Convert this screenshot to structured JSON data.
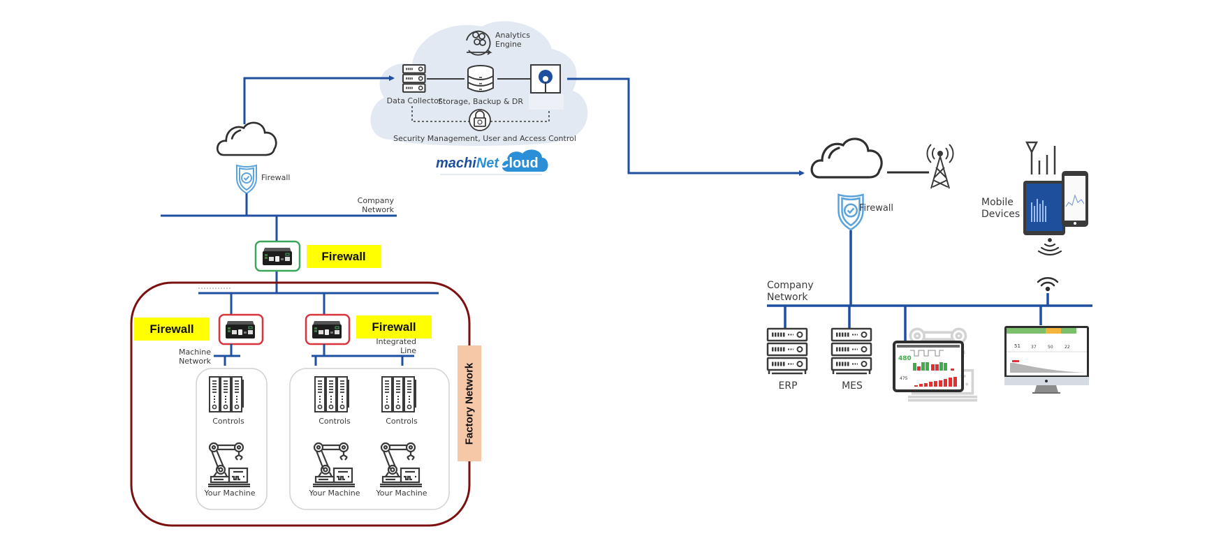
{
  "colors": {
    "network_line": "#1f4fa0",
    "cloud_fill": "#e3e9f3",
    "icon_stroke": "#3a3a3a",
    "shield": "#5ba3dc",
    "highlight": "#ffff00",
    "factory_border": "#7a1010",
    "factory_label_bg": "#f7c8a8",
    "gateway_green": "#3aa65a",
    "gateway_red": "#d9343c"
  },
  "cloud_platform": {
    "analytics_engine": "Analytics\nEngine",
    "analytics_line1": "Analytics",
    "analytics_line2": "Engine",
    "data_collector": "Data Collector",
    "storage": "Storage, Backup & DR",
    "security": "Security Management, User and Access Control",
    "brand_part1": "machi",
    "brand_part2": "Net",
    "brand_part3": "Cloud"
  },
  "left_site": {
    "internet_firewall_label": "Firewall",
    "company_network_line1": "Company",
    "company_network_line2": "Network",
    "main_firewall_label": "Firewall",
    "factory_network_label": "Factory Network",
    "machine_firewall_label": "Firewall",
    "line_firewall_label": "Firewall",
    "machine_network_line1": "Machine",
    "machine_network_line2": "Network",
    "integrated_line_line1": "Integrated",
    "integrated_line_line2": "Line",
    "cells": [
      {
        "controls": "Controls",
        "machine": "Your Machine"
      },
      {
        "controls": "Controls",
        "machine": "Your Machine"
      },
      {
        "controls": "Controls",
        "machine": "Your Machine"
      }
    ]
  },
  "right_site": {
    "firewall_label": "Firewall",
    "mobile_devices_line1": "Mobile",
    "mobile_devices_line2": "Devices",
    "company_network_line1": "Company",
    "company_network_line2": "Network",
    "servers": [
      "ERP",
      "MES"
    ],
    "laptop_dashboard": {
      "kpi1": "480",
      "kpi2": "475"
    },
    "desktop_dashboard": {
      "kpis": [
        "51",
        "37",
        "50",
        "22"
      ]
    }
  }
}
